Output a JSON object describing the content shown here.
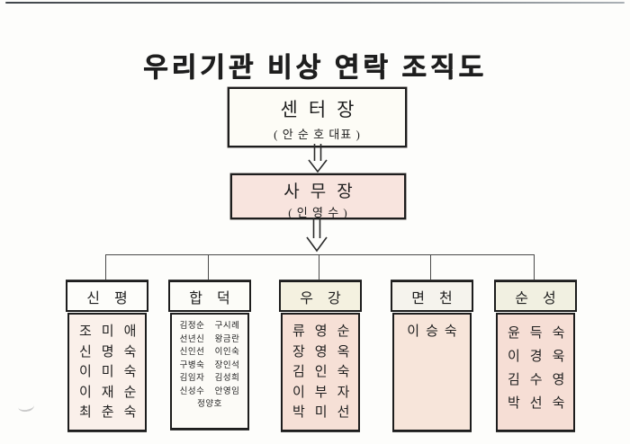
{
  "title": "우리기관 비상 연락 조직도",
  "top_box": {
    "title": "센터장",
    "subtitle": "( 안 순 호 대표 )"
  },
  "second_box": {
    "title": "사무장",
    "subtitle": "( 인 영 수 )"
  },
  "branches": [
    {
      "id": "sinpyeong",
      "label": "신평",
      "members": [
        "조미애",
        "신명숙",
        "이미숙",
        "이재순",
        "최춘숙"
      ]
    },
    {
      "id": "hapdeok",
      "label": "합덕",
      "members": [
        "김정순",
        "구시례",
        "선년신",
        "왕금란",
        "신인선",
        "이인숙",
        "구병숙",
        "장인석",
        "김임자",
        "김성희",
        "신성수",
        "안영임",
        "정양호"
      ]
    },
    {
      "id": "ugang",
      "label": "우강",
      "members": [
        "류영순",
        "장영옥",
        "김인숙",
        "이부자",
        "박미선"
      ]
    },
    {
      "id": "myeoncheon",
      "label": "면천",
      "members": [
        "이승숙"
      ]
    },
    {
      "id": "sunseong",
      "label": "순성",
      "members": [
        "윤득숙",
        "이경욱",
        "김수영",
        "박선숙"
      ]
    }
  ],
  "colors": {
    "page_bg": "#fdfdfb",
    "box_border": "#1d1d1d",
    "center_box_bg": "#fdfcf6",
    "manager_box_bg": "#f8e4de",
    "header_default_bg": "#fdfdfa",
    "header_ugang_bg": "#f4f1e0",
    "header_myeoncheon_bg": "#f5f3ed",
    "header_sunseong_bg": "#f1f0e1",
    "list_sinpyeong_bg": "#faf0ea",
    "list_hapdeok_bg": "#fcfbf7",
    "list_pink_bg": "#f6e0d6",
    "connector_line": "#4a4a4a"
  }
}
